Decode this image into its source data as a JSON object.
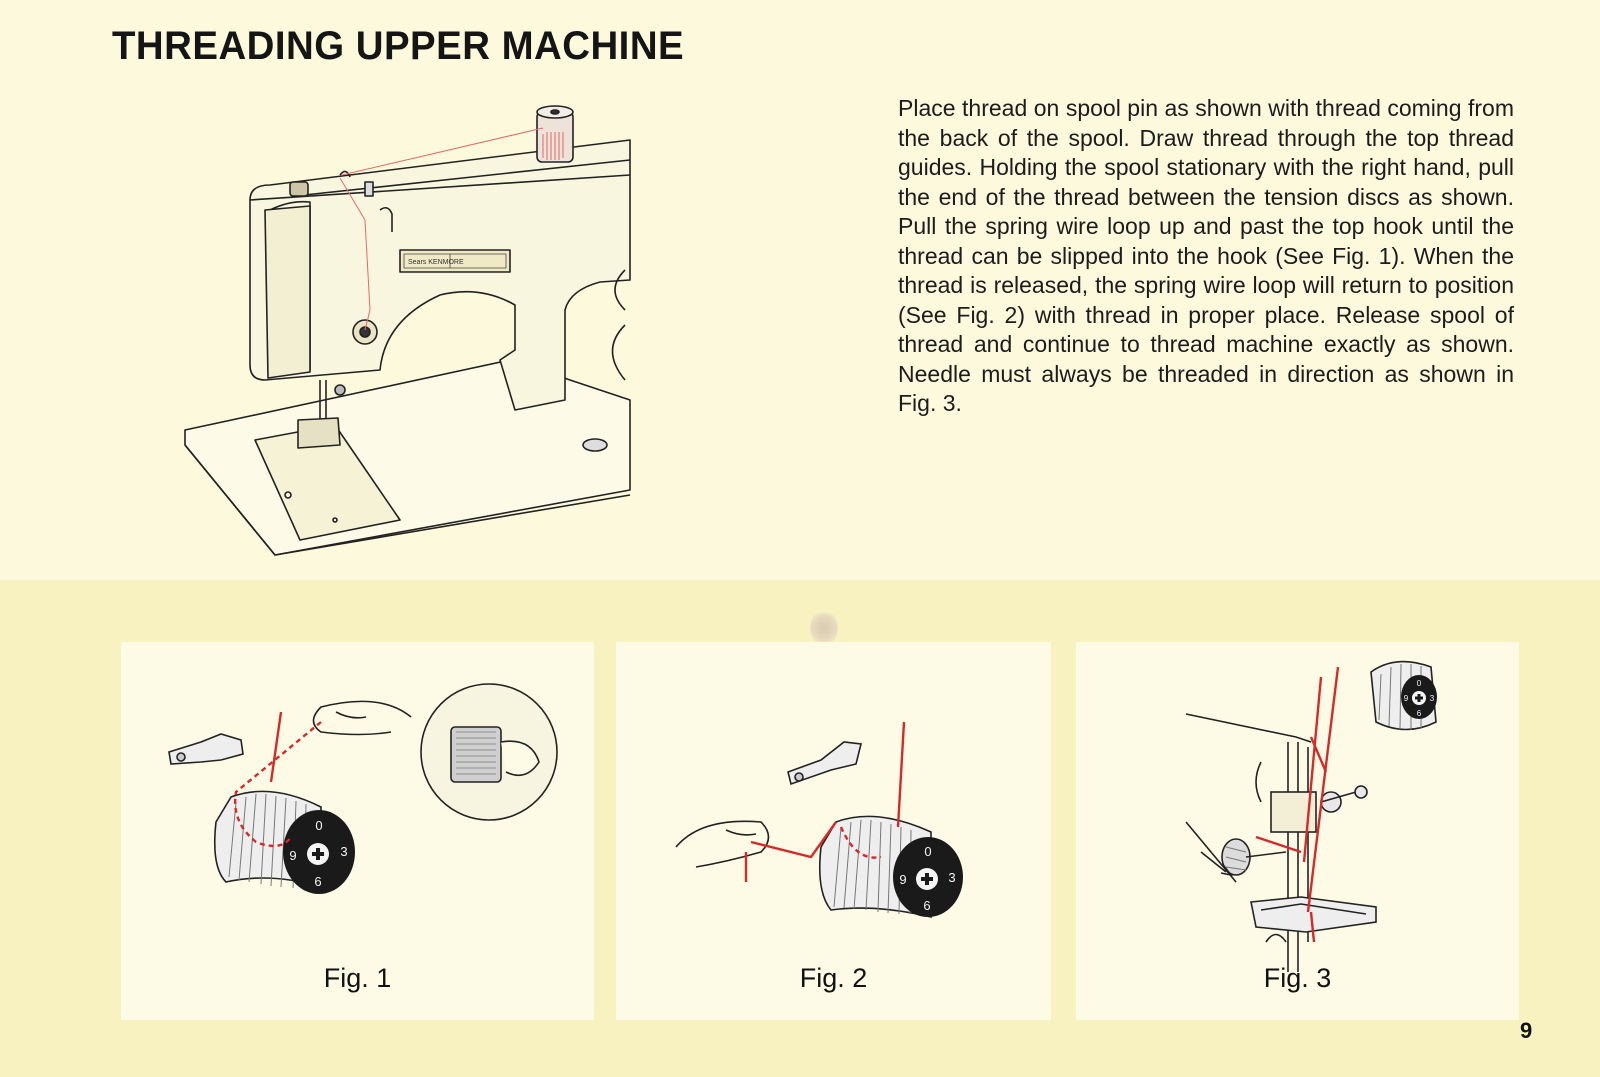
{
  "page": {
    "title": "THREADING UPPER MACHINE",
    "instructions": "Place thread on spool pin as shown with thread coming from the back of the spool. Draw thread through the top thread guides. Holding the spool stationary with the right hand, pull the end of the thread between the tension discs as shown. Pull the spring wire loop up and past the top hook until the thread can be slipped into the hook (See Fig. 1). When the thread is released, the spring wire loop will return to position (See Fig. 2) with thread in proper place. Release spool of thread and continue to thread machine exactly as shown. Needle must always be threaded in direction as shown in Fig. 3.",
    "page_number": "9"
  },
  "main_illustration": {
    "brand_plate": "Sears KENMORE"
  },
  "figures": [
    {
      "caption": "Fig. 1",
      "dial_numbers": [
        "0",
        "3",
        "6",
        "9"
      ]
    },
    {
      "caption": "Fig. 2",
      "dial_numbers": [
        "0",
        "3",
        "6",
        "9"
      ]
    },
    {
      "caption": "Fig. 3",
      "dial_numbers": [
        "0",
        "3",
        "6",
        "9"
      ]
    }
  ],
  "colors": {
    "paper": "#fcf9dc",
    "lower_band": "#f8f2c0",
    "thread_red": "#d42a2a",
    "ink": "#1a1a1a"
  }
}
